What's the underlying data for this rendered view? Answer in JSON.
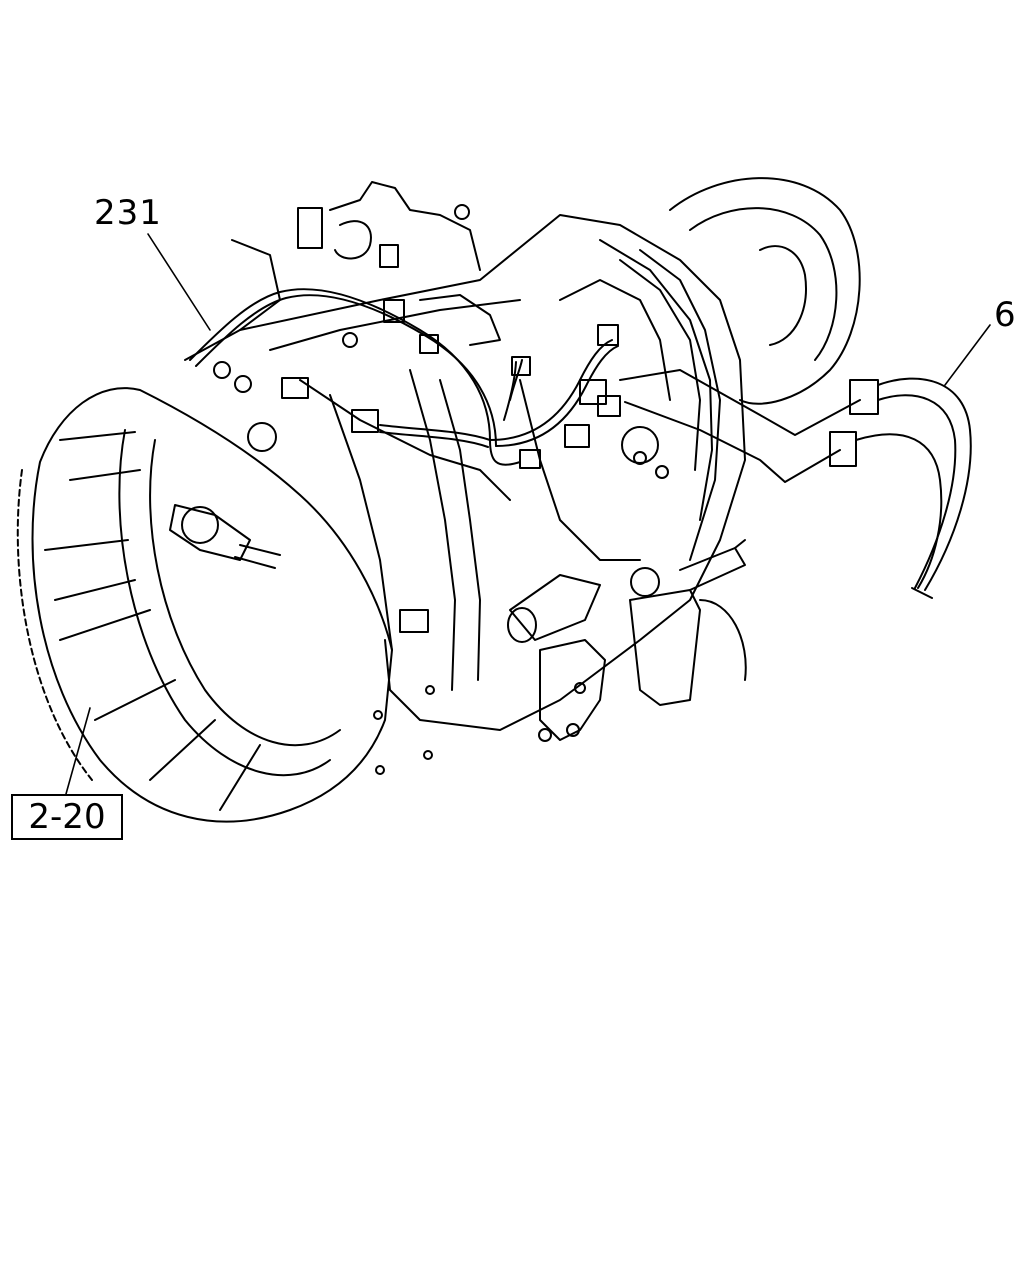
{
  "callouts": {
    "part_231": "231",
    "part_6": "6",
    "ref_2_20": "2-20"
  }
}
